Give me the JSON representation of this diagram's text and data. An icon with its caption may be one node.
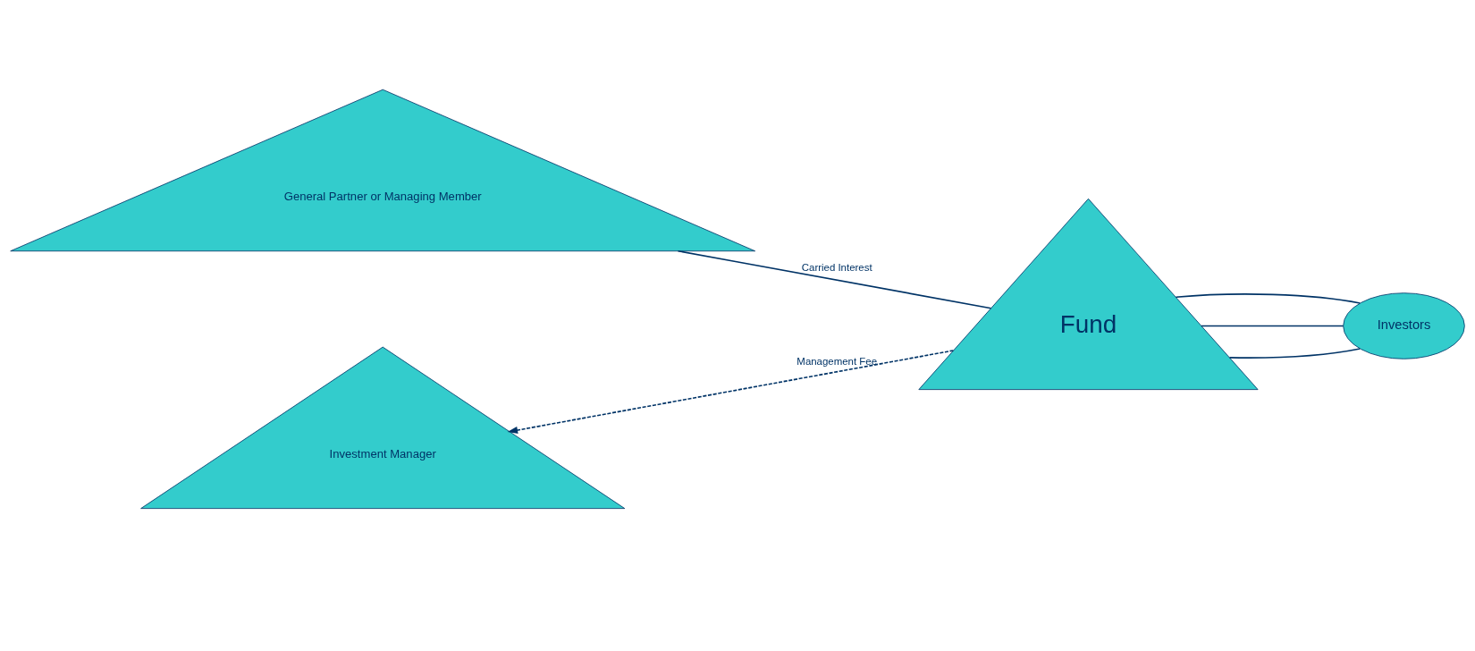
{
  "diagram": {
    "nodes": [
      {
        "text": [
          "General Partner or Managing Member"
        ]
      },
      {
        "text": [
          "Investment Manager"
        ]
      },
      {
        "text": [
          "Fund"
        ]
      },
      {
        "text": [
          "Investors"
        ]
      }
    ],
    "edges": [
      {
        "from": 0,
        "to": 2,
        "arrow": "none",
        "label": "Carried Interest"
      },
      {
        "from": 2,
        "to": 1,
        "arrow": "to",
        "label": "Management Fee",
        "style": "dashed"
      },
      {
        "from": 2,
        "to": 3,
        "arrow": "none"
      },
      {
        "from": 2,
        "to": 3,
        "arrow": "none"
      },
      {
        "from": 2,
        "to": 3,
        "arrow": "none"
      }
    ]
  }
}
